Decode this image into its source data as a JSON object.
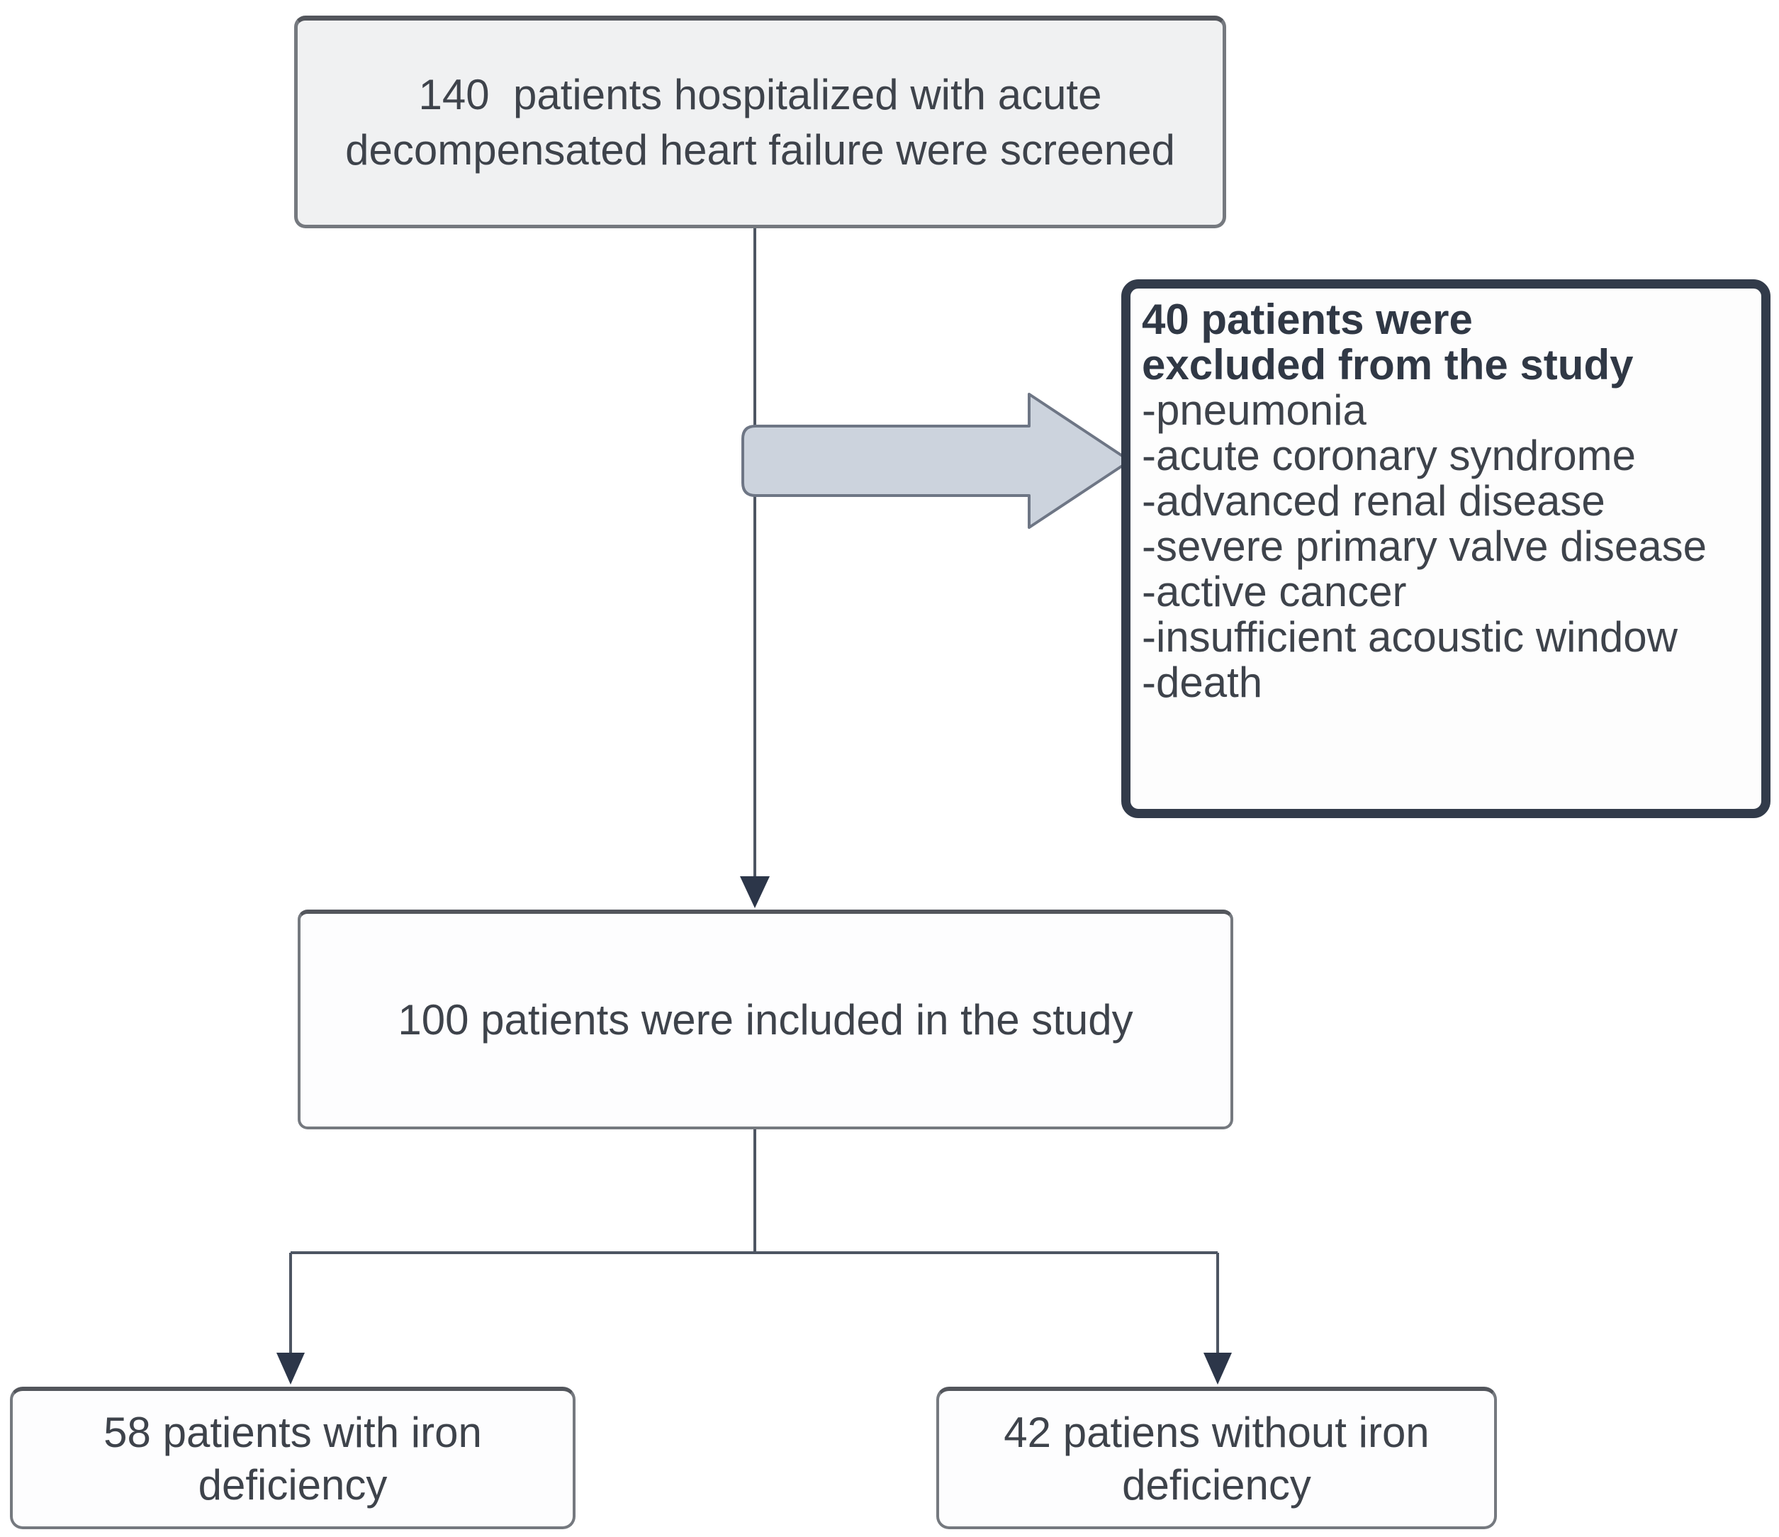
{
  "colors": {
    "canvas_bg": "#ffffff",
    "box_fill_light": "#f0f1f2",
    "box_fill_white": "#fdfdfe",
    "box_border_gray": "#75797f",
    "box_border_top": "#53565c",
    "excluded_fill": "#fdfdfd",
    "excluded_border": "#323b4a",
    "arrow_fill": "#ccd3dd",
    "arrow_stroke": "#6e7685",
    "connector": "#4d5562",
    "arrowhead": "#2c3649",
    "text": "#3e434b",
    "text_bold": "#303845"
  },
  "screened_box": {
    "text": "140  patients hospitalized with acute decompensated heart failure were screened"
  },
  "excluded_box": {
    "title_lines": [
      "40 patients were",
      "excluded from the study"
    ],
    "items": [
      "-pneumonia",
      "-acute coronary syndrome",
      "-advanced renal disease",
      "-severe primary valve disease",
      "-active cancer",
      "-insufficient acoustic window",
      "-death"
    ]
  },
  "included_box": {
    "text": "100 patients were included in the study"
  },
  "iron_deficiency_box": {
    "text": "58 patients with iron deficiency"
  },
  "no_iron_deficiency_box": {
    "text": "42 patiens without iron deficiency"
  }
}
